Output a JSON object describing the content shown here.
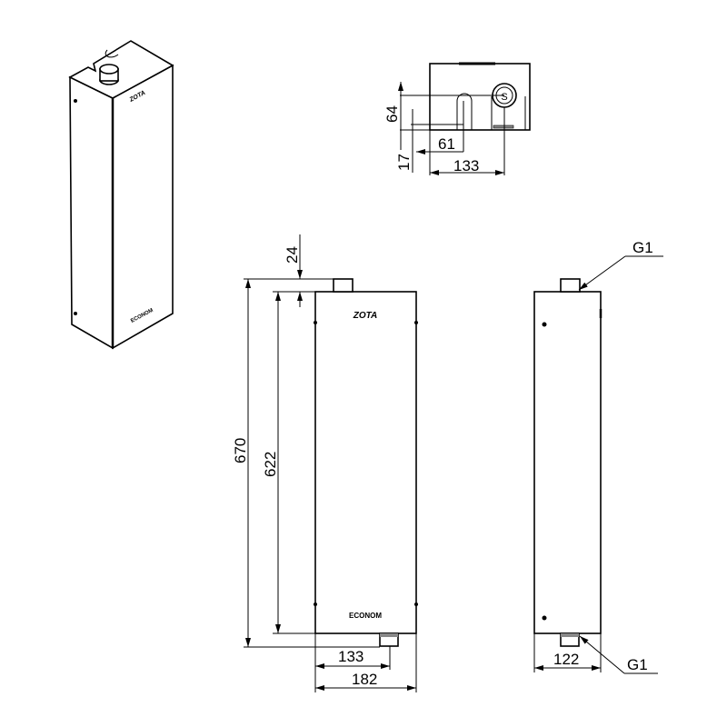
{
  "brand_logo": "ZOTA",
  "model_label": "ECONOM",
  "top_view": {
    "dim_height_pipe": "64",
    "dim_height_bottom": "17",
    "dim_width_inner": "61",
    "dim_width_outer": "133"
  },
  "front_view": {
    "dim_pipe_offset": "24",
    "dim_total_height": "670",
    "dim_body_height": "622",
    "dim_outlet_offset": "133",
    "dim_width": "182"
  },
  "side_view": {
    "thread_top": "G1",
    "thread_bottom": "G1",
    "dim_depth": "122"
  },
  "colors": {
    "line": "#000000",
    "background": "#ffffff"
  }
}
